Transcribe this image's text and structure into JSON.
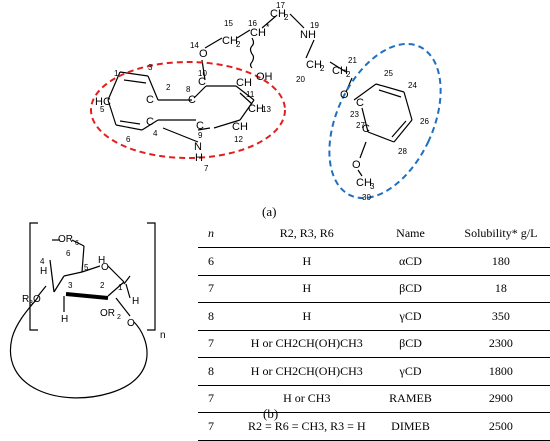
{
  "captions": {
    "a": "(a)",
    "b": "(b)"
  },
  "carvedilol": {
    "atoms": {
      "c1": "1",
      "c3": "3",
      "c5": "5",
      "c6": "6",
      "c2": "2",
      "c4": "4",
      "c8": "8",
      "c9": "9",
      "c10": "10",
      "c11": "11",
      "c12": "12",
      "c13": "13",
      "c14": "14",
      "c15": "15",
      "c16": "16",
      "c17": "17",
      "c19": "19",
      "c20": "20",
      "c21": "21",
      "c23": "23",
      "c24": "24",
      "c25": "25",
      "c26": "26",
      "c27": "27",
      "c28": "28",
      "c30": "30",
      "n7": "7",
      "C": "C",
      "CH": "CH",
      "HC": "HC",
      "N": "N",
      "H": "H",
      "O": "O",
      "OH": "OH",
      "NH": "NH",
      "CH2": "CH",
      "sub2": "2",
      "CH3": "CH",
      "sub3": "3",
      "star": "*"
    },
    "colors": {
      "red_ellipse": "#e02020",
      "blue_ellipse": "#1f6fc1"
    }
  },
  "cyclodextrin": {
    "labels": {
      "or6": "OR",
      "s6": "6",
      "r3o": "R",
      "s3": "3",
      "o_after": "O",
      "or2": "OR",
      "s2": "2",
      "h": "H",
      "o": "O",
      "n": "n",
      "p1": "1",
      "p2": "2",
      "p3": "3",
      "p4": "4",
      "p5": "5",
      "p6": "6"
    }
  },
  "table": {
    "headers": [
      "n",
      "R2, R3, R6",
      "Name",
      "Solubility* g/L"
    ],
    "rows": [
      [
        "6",
        "H",
        "αCD",
        "180"
      ],
      [
        "7",
        "H",
        "βCD",
        "18"
      ],
      [
        "8",
        "H",
        "γCD",
        "350"
      ],
      [
        "7",
        "H or CH2CH(OH)CH3",
        "βCD",
        "2300"
      ],
      [
        "8",
        "H or CH2CH(OH)CH3",
        "γCD",
        "1800"
      ],
      [
        "7",
        "H or CH3",
        "RAMEB",
        "2900"
      ],
      [
        "7",
        "R2 = R6 = CH3, R3 = H",
        "DIMEB",
        "2500"
      ]
    ]
  }
}
